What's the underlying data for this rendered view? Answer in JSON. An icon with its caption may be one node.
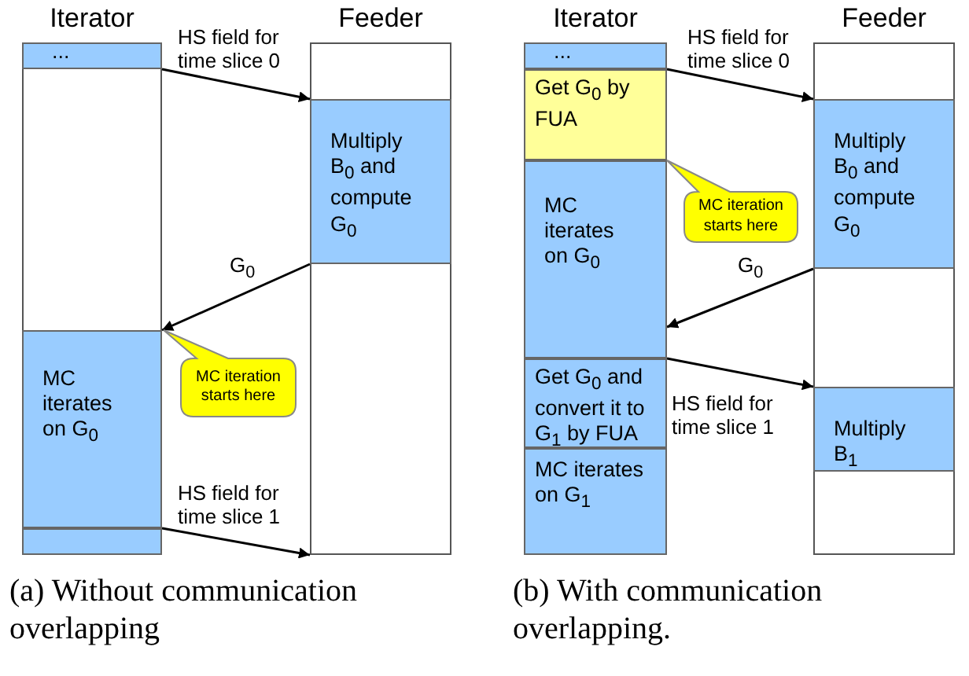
{
  "diagram": {
    "nodes": [
      {
        "text": [
          "Iterator"
        ]
      },
      {
        "text": [
          "..."
        ],
        "in": 0
      },
      {
        "text": [
          "MC iterates on G$_{0}$"
        ],
        "in": 0
      },
      {
        "text": [],
        "shape": "box",
        "in": 0
      },
      {
        "text": [
          "Feeder"
        ]
      },
      {
        "text": [
          "Multiply B$_{0}$ and compute G$_{0}$"
        ],
        "in": 4
      },
      {
        "text": [
          "MC iteration starts here"
        ]
      },
      {
        "text": [
          "Iterator"
        ]
      },
      {
        "text": [
          "..."
        ],
        "in": 7
      },
      {
        "text": [
          "Get G$_{0}$ by FUA"
        ],
        "in": 7
      },
      {
        "text": [
          "MC iterates on G$_{0}$"
        ],
        "in": 7
      },
      {
        "text": [
          "Get G$_{0}$ and convert it to G$_{1}$ by FUA"
        ],
        "in": 7
      },
      {
        "text": [
          "MC iterates on G$_{1}$"
        ],
        "in": 7
      },
      {
        "text": [
          "Feeder"
        ]
      },
      {
        "text": [
          "Multiply B$_{0}$ and compute G$_{0}$"
        ],
        "in": 13
      },
      {
        "text": [
          "Multiply B$_{1}$"
        ],
        "in": 13
      },
      {
        "text": [
          "MC iteration starts here"
        ]
      }
    ],
    "edges": [
      {
        "from": 1,
        "to": 5,
        "arrow": "to",
        "label": "HS field for time slice 0"
      },
      {
        "from": 5,
        "to": 2,
        "arrow": "to",
        "label": "G$_{0}$"
      },
      {
        "from": 3,
        "to": 4,
        "arrow": "to",
        "label": "HS field for time slice 1"
      },
      {
        "from": 8,
        "to": 14,
        "arrow": "to",
        "label": "HS field for time slice 0"
      },
      {
        "from": 14,
        "to": 10,
        "arrow": "to",
        "label": "G$_{0}$"
      },
      {
        "from": 11,
        "to": 15,
        "arrow": "to",
        "label": "HS field for time slice 1"
      }
    ],
    "labels": [
      "(a) Without communication overlapping",
      "(b) With communication overlapping."
    ]
  }
}
